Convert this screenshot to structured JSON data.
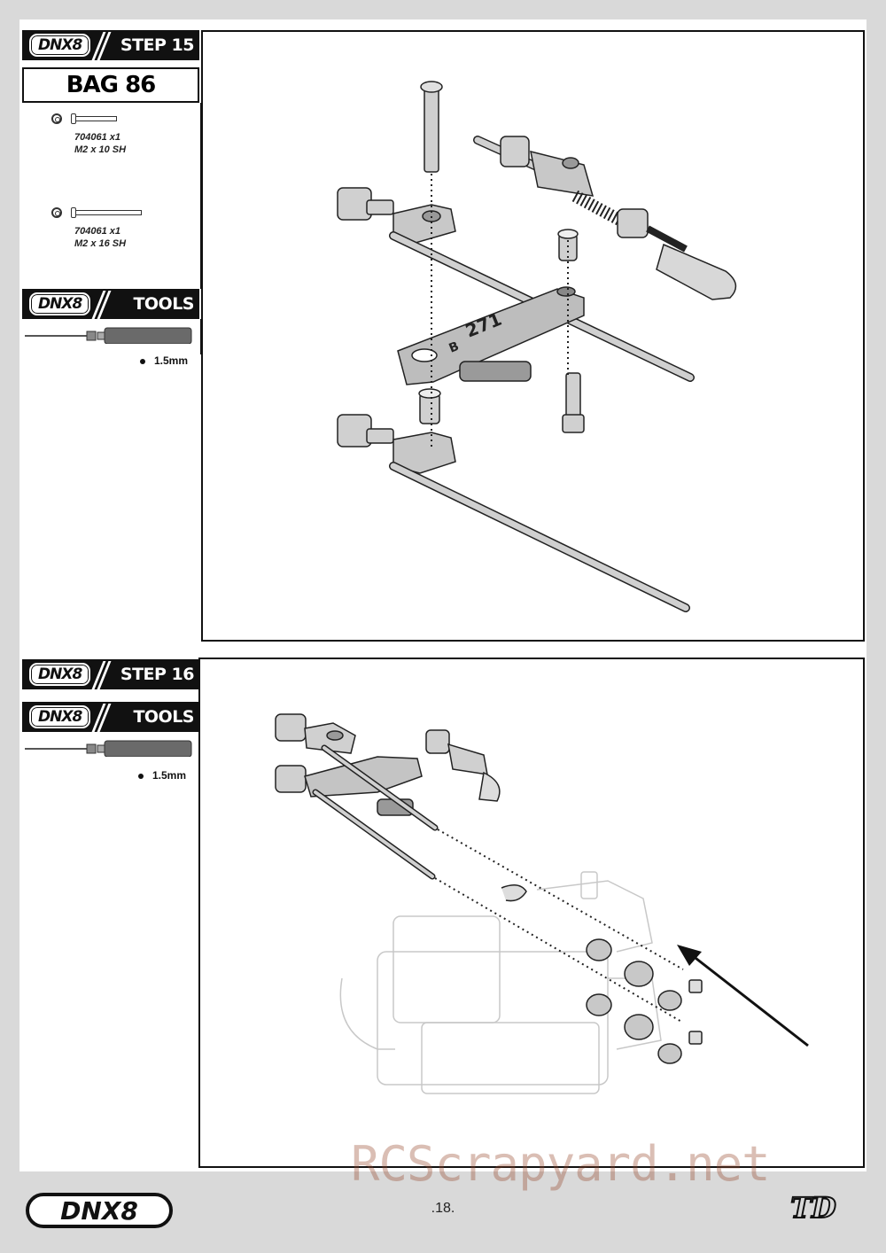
{
  "brand": {
    "name": "DNX8"
  },
  "step15": {
    "title": "STEP 15",
    "bag": "BAG 86",
    "parts": [
      {
        "code": "704061 x1",
        "desc": "M2 x 10 SH",
        "icon": "cap-screw-short-icon"
      },
      {
        "code": "704061 x1",
        "desc": "M2 x 16 SH",
        "icon": "cap-screw-long-icon"
      }
    ],
    "tools_title": "TOOLS",
    "tool_size": "1.5mm"
  },
  "step16": {
    "title": "STEP 16",
    "tools_title": "TOOLS",
    "tool_size": "1.5mm"
  },
  "diagram15": {
    "arm_marking": "271",
    "arm_letter": "B"
  },
  "footer": {
    "page_number": ".18.",
    "logo": "DNX8",
    "maker_logo": "TD"
  },
  "watermark": "RCScrapyard.net"
}
